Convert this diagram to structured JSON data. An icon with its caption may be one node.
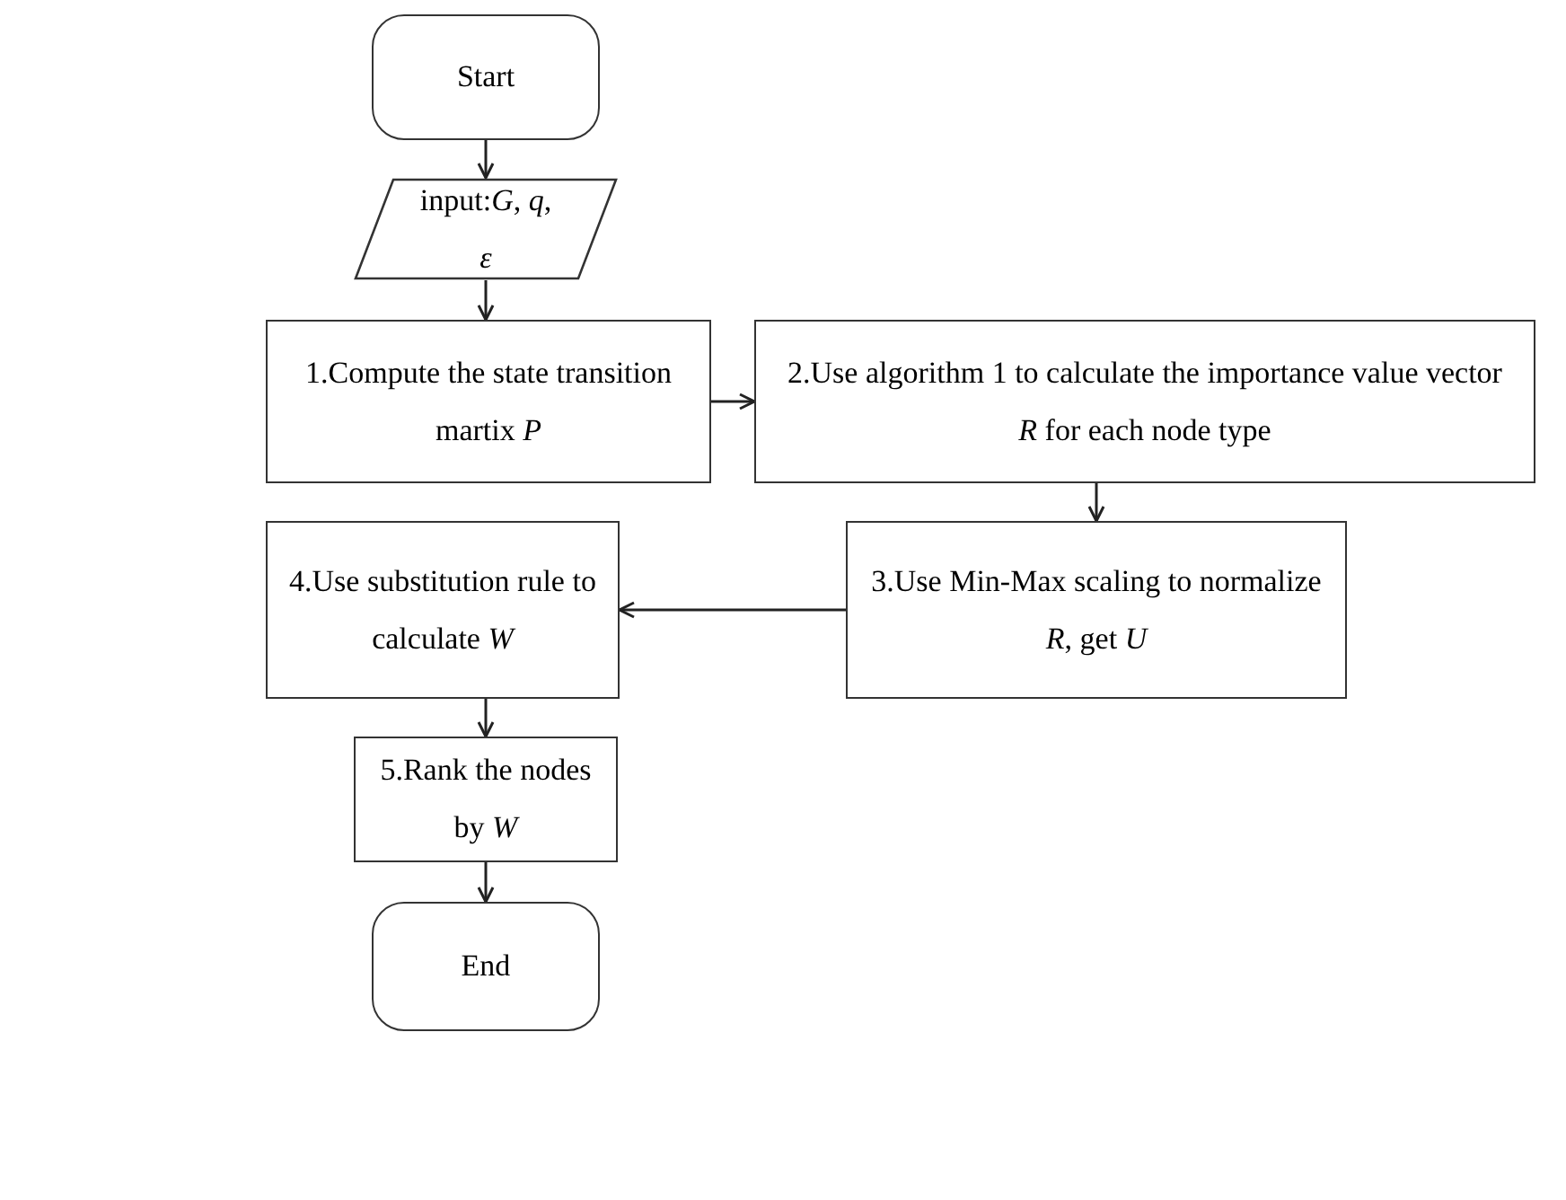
{
  "diagram": {
    "nodes": [
      {
        "text": [
          "Start"
        ]
      },
      {
        "text": [
          "input:*G*, *q*, *ε*"
        ]
      },
      {
        "text": [
          "1.Compute the state transition martix *P*"
        ]
      },
      {
        "text": [
          "2.Use algorithm 1 to calculate the importance value vector *R* for each node type"
        ]
      },
      {
        "text": [
          "3.Use Min-Max scaling to normalize *R*, get *U*"
        ]
      },
      {
        "text": [
          "4.Use substitution rule to calculate *W*"
        ]
      },
      {
        "text": [
          "5.Rank the nodes by *W*"
        ]
      },
      {
        "text": [
          "End"
        ]
      }
    ],
    "edges": [
      {
        "from": 0,
        "to": 1,
        "arrow": "to"
      },
      {
        "from": 1,
        "to": 2,
        "arrow": "to"
      },
      {
        "from": 2,
        "to": 3,
        "arrow": "to"
      },
      {
        "from": 3,
        "to": 4,
        "arrow": "to"
      },
      {
        "from": 4,
        "to": 5,
        "arrow": "to"
      },
      {
        "from": 5,
        "to": 6,
        "arrow": "to"
      },
      {
        "from": 6,
        "to": 7,
        "arrow": "to"
      }
    ]
  }
}
